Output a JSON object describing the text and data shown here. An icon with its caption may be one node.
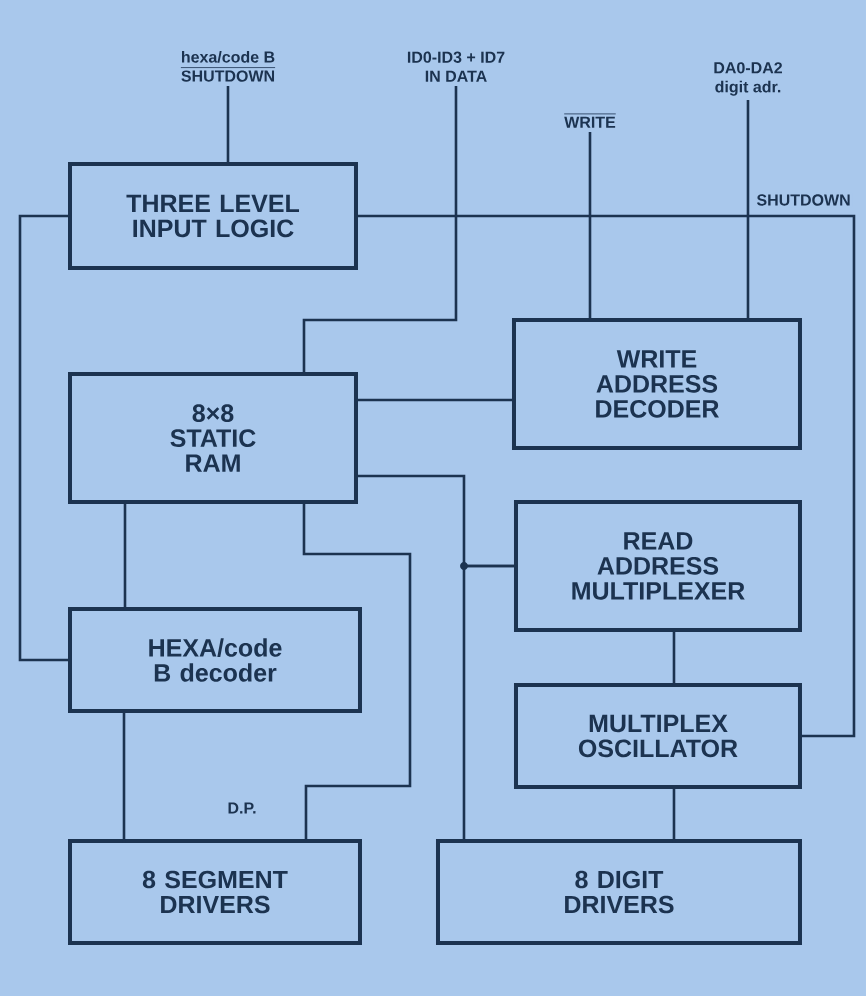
{
  "diagram": {
    "nodes": [
      {
        "text": [
          "hexa/code B",
          "SHUTDOWN"
        ]
      },
      {
        "text": [
          "ID0-ID3 + ID7",
          "IN DATA"
        ]
      },
      {
        "text": [
          "WRITE"
        ]
      },
      {
        "text": [
          "DA0-DA2",
          "digit adr."
        ]
      },
      {
        "text": [
          "THREE LEVEL INPUT LOGIC"
        ]
      },
      {
        "text": [
          "WRITE ADDRESS DECODER"
        ]
      },
      {
        "text": [
          "8×8 STATIC RAM"
        ]
      },
      {
        "text": [
          "READ ADDRESS MULTIPLEXER"
        ]
      },
      {
        "text": [
          "HEXA/code B decoder"
        ]
      },
      {
        "text": [
          "MULTIPLEX OSCILLATOR"
        ]
      },
      {
        "text": [
          "8 SEGMENT DRIVERS"
        ]
      },
      {
        "text": [
          "8 DIGIT DRIVERS"
        ]
      }
    ],
    "edges": [
      {
        "from": 0,
        "to": 4,
        "arrow": "none"
      },
      {
        "from": 1,
        "to": 6,
        "arrow": "none"
      },
      {
        "from": 2,
        "to": 5,
        "arrow": "none"
      },
      {
        "from": 3,
        "to": 5,
        "arrow": "none"
      },
      {
        "from": 4,
        "to": 9,
        "arrow": "none",
        "label": "SHUTDOWN"
      },
      {
        "from": 4,
        "to": 8,
        "arrow": "none"
      },
      {
        "from": 6,
        "to": 5,
        "arrow": "none"
      },
      {
        "from": 6,
        "to": 7,
        "arrow": "none"
      },
      {
        "from": 7,
        "to": 11,
        "arrow": "none"
      },
      {
        "from": 6,
        "to": 8,
        "arrow": "none"
      },
      {
        "from": 6,
        "to": 10,
        "arrow": "none",
        "label": "D.P."
      },
      {
        "from": 8,
        "to": 10,
        "arrow": "none"
      },
      {
        "from": 7,
        "to": 9,
        "arrow": "none"
      },
      {
        "from": 9,
        "to": 11,
        "arrow": "none"
      }
    ]
  }
}
